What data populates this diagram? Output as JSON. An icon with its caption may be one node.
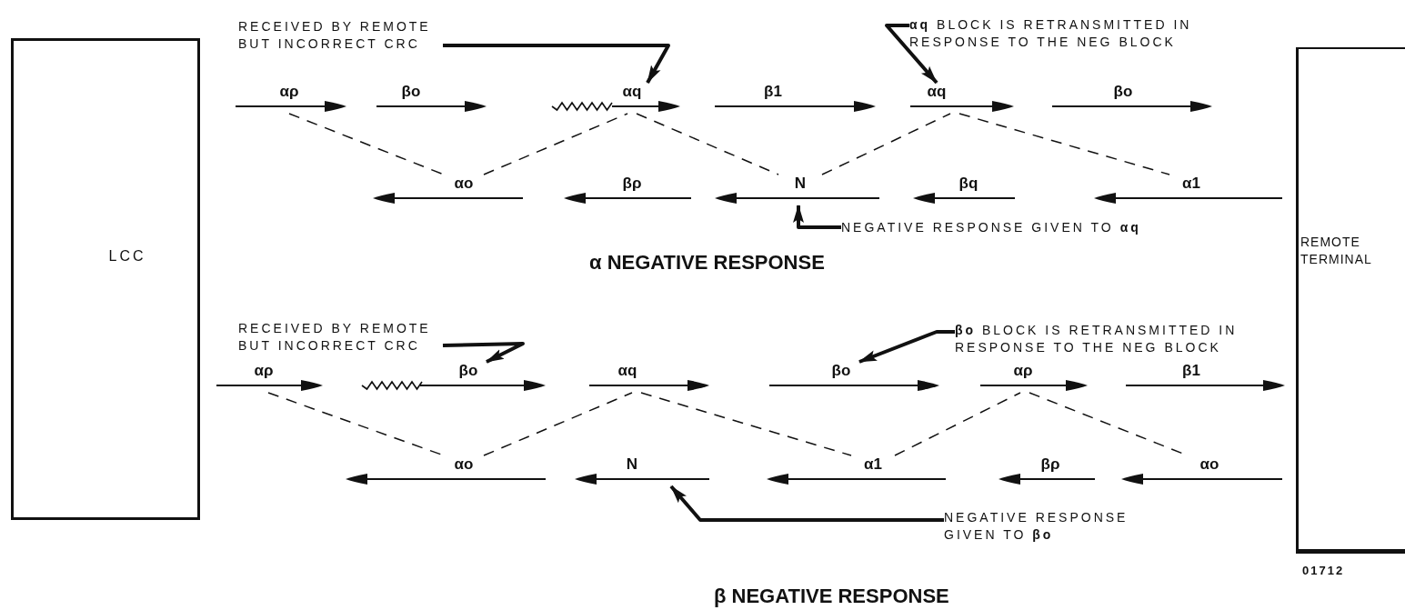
{
  "diagram": {
    "nodes": [
      {
        "text": [
          "LCC"
        ]
      },
      {
        "text": [
          "REMOTE TERMINAL"
        ]
      },
      {
        "text": [
          "αρ"
        ]
      },
      {
        "text": [
          "βo"
        ]
      },
      {
        "text": [
          "αq"
        ]
      },
      {
        "text": [
          "β1"
        ]
      },
      {
        "text": [
          "αq"
        ]
      },
      {
        "text": [
          "βo"
        ]
      },
      {
        "text": [
          "αo"
        ]
      },
      {
        "text": [
          "βρ"
        ]
      },
      {
        "text": [
          "N"
        ]
      },
      {
        "text": [
          "βq"
        ]
      },
      {
        "text": [
          "α1"
        ]
      },
      {
        "text": [
          "RECEIVED BY REMOTE BUT INCORRECT CRC"
        ]
      },
      {
        "text": [
          "**αq** BLOCK IS RETRANSMITTED IN RESPONSE TO THE NEG BLOCK"
        ]
      },
      {
        "text": [
          "NEGATIVE RESPONSE GIVEN TO **αq**"
        ]
      },
      {
        "text": [
          "αρ"
        ]
      },
      {
        "text": [
          "βo"
        ]
      },
      {
        "text": [
          "αq"
        ]
      },
      {
        "text": [
          "βo"
        ]
      },
      {
        "text": [
          "αρ"
        ]
      },
      {
        "text": [
          "β1"
        ]
      },
      {
        "text": [
          "αo"
        ]
      },
      {
        "text": [
          "N"
        ]
      },
      {
        "text": [
          "α1"
        ]
      },
      {
        "text": [
          "βρ"
        ]
      },
      {
        "text": [
          "αo"
        ]
      },
      {
        "text": [
          "RECEIVED BY REMOTE BUT INCORRECT CRC"
        ]
      },
      {
        "text": [
          "**βo** BLOCK IS RETRANSMITTED IN RESPONSE TO THE NEG BLOCK"
        ]
      },
      {
        "text": [
          "NEGATIVE RESPONSE GIVEN TO **βo**"
        ]
      }
    ],
    "edges": [
      {
        "from": 2,
        "to": 8,
        "arrow": "none",
        "style": "dashed"
      },
      {
        "from": 8,
        "to": 4,
        "arrow": "none",
        "style": "dashed"
      },
      {
        "from": 4,
        "to": 10,
        "arrow": "none",
        "style": "dashed"
      },
      {
        "from": 10,
        "to": 6,
        "arrow": "none",
        "style": "dashed"
      },
      {
        "from": 6,
        "to": 12,
        "arrow": "none",
        "style": "dashed"
      },
      {
        "from": 13,
        "to": 4,
        "arrow": "to",
        "style": "thick"
      },
      {
        "from": 14,
        "to": 6,
        "arrow": "to",
        "style": "thick"
      },
      {
        "from": 15,
        "to": 10,
        "arrow": "to",
        "style": "thick"
      },
      {
        "from": 16,
        "to": 22,
        "arrow": "none",
        "style": "dashed"
      },
      {
        "from": 22,
        "to": 18,
        "arrow": "none",
        "style": "dashed"
      },
      {
        "from": 18,
        "to": 24,
        "arrow": "none",
        "style": "dashed"
      },
      {
        "from": 24,
        "to": 20,
        "arrow": "none",
        "style": "dashed"
      },
      {
        "from": 20,
        "to": 26,
        "arrow": "none",
        "style": "dashed"
      },
      {
        "from": 27,
        "to": 17,
        "arrow": "to",
        "style": "thick"
      },
      {
        "from": 28,
        "to": 19,
        "arrow": "to",
        "style": "thick"
      },
      {
        "from": 29,
        "to": 23,
        "arrow": "to",
        "style": "thick"
      }
    ],
    "labels": [
      "α NEGATIVE RESPONSE",
      "β NEGATIVE RESPONSE",
      "01712"
    ]
  }
}
